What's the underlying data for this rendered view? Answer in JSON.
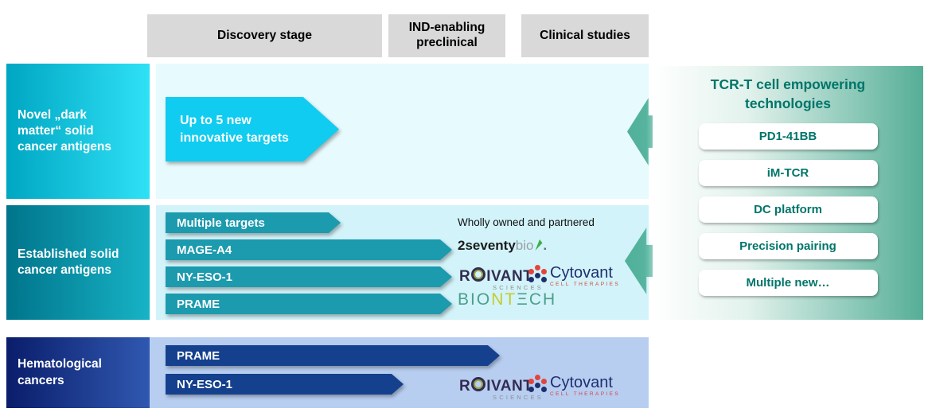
{
  "header": {
    "columns": [
      "Discovery stage",
      "IND-enabling preclinical",
      "Clinical studies"
    ]
  },
  "rows": [
    {
      "label": "Novel „dark matter“ solid cancer antigens",
      "arrows": [
        {
          "label": "Up to 5 new innovative targets",
          "stage": "Discovery stage"
        }
      ]
    },
    {
      "label": "Established solid cancer antigens",
      "note": "Wholly owned and partnered",
      "arrows": [
        {
          "label": "Multiple targets"
        },
        {
          "label": "MAGE-A4"
        },
        {
          "label": "NY-ESO-1"
        },
        {
          "label": "PRAME"
        }
      ],
      "partners": [
        "2seventy bio",
        "Roivant Sciences",
        "Cytovant Cell Therapies",
        "BioNTech"
      ]
    },
    {
      "label": "Hematological cancers",
      "arrows": [
        {
          "label": "PRAME"
        },
        {
          "label": "NY-ESO-1"
        }
      ],
      "partners": [
        "Roivant Sciences",
        "Cytovant Cell Therapies"
      ]
    }
  ],
  "side_panel": {
    "title": "TCR-T cell empowering technologies",
    "buttons": [
      "PD1-41BB",
      "iM-TCR",
      "DC platform",
      "Precision pairing",
      "Multiple new…"
    ]
  },
  "logos": {
    "twoseventy": {
      "bold": "2seventy",
      "light": "bio",
      "period": "."
    },
    "roivant": {
      "pre": "R",
      "post": "IVANT",
      "sub": "SCIENCES"
    },
    "cytovant": {
      "name": "Cytovant",
      "sub": "CELL THERAPIES"
    },
    "biontech": {
      "p1": "BIO",
      "p2": "NT",
      "p3": "Ξ",
      "p4": "CH"
    }
  },
  "colors": {
    "header_bg": "#d9d9d9",
    "row1_label_gradient": [
      "#00a6c2",
      "#2fe1f6"
    ],
    "row2_label_gradient": [
      "#00748b",
      "#17b3c6"
    ],
    "row3_label_gradient": [
      "#0a1d6b",
      "#3058b0"
    ],
    "row1_band": "#e7fafd",
    "row2_band": "#d2f3f9",
    "row3_band": "#b7cef1",
    "cyan_arrow": "#0fccf0",
    "teal_arrow": "#1c9aae",
    "navy_arrow": "#14408e",
    "green_arrow": "#55b39c",
    "panel_green": "#55ae97",
    "panel_text": "#00756a"
  }
}
